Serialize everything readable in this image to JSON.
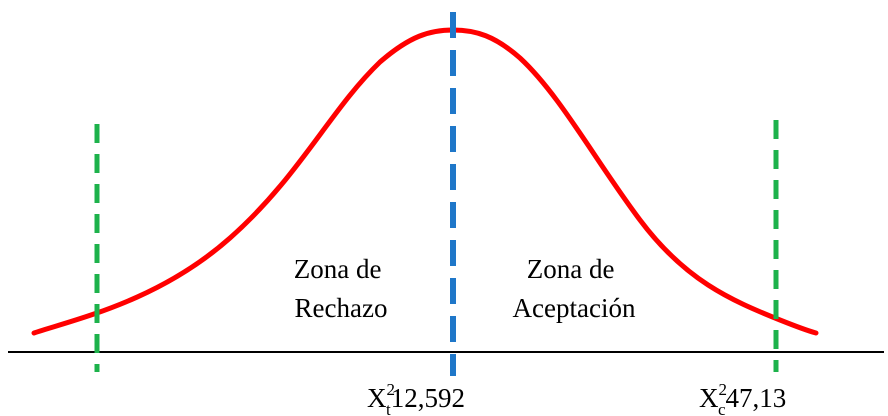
{
  "diagram": {
    "zones": {
      "rejection": {
        "line1": "Zona de",
        "line2": "Rechazo"
      },
      "acceptance": {
        "line1": "Zona de",
        "line2": "Aceptación"
      }
    },
    "critical_values": {
      "tabulated": {
        "symbol": "X",
        "superscript": "2",
        "subscript": "t",
        "value": "12,592"
      },
      "calculated": {
        "symbol": "X",
        "superscript": "2",
        "subscript": "c",
        "value": "47,13"
      }
    },
    "colors": {
      "curve": "#ff0000",
      "critical_line": "#1f77c9",
      "boundary_lines": "#1db24b",
      "baseline": "#000000"
    }
  }
}
